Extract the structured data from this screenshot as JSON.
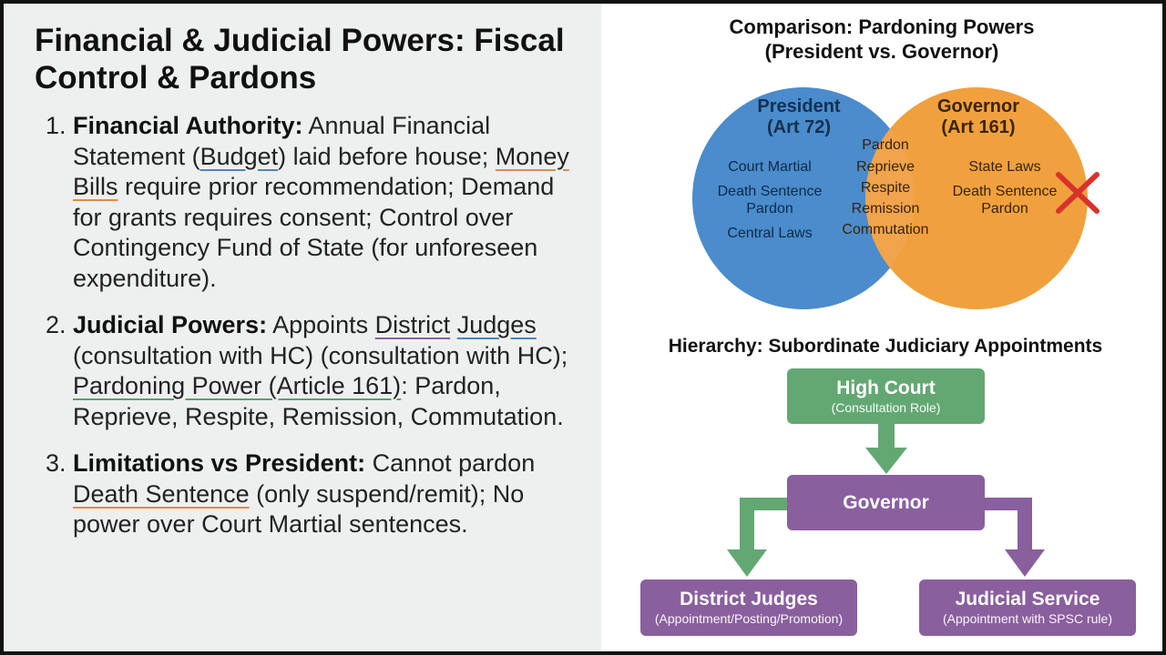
{
  "left": {
    "title": "Financial & Judicial Powers: Fiscal Control & Pardons",
    "points": [
      {
        "num": "1.",
        "head": "Financial Authority:",
        "t1": " Annual Financial Statement (",
        "u1": "Budget",
        "t2": ") laid before house; ",
        "u2": "Money Bills",
        "t3": " require prior recommendation; Demand for grants requires consent; Control over Contingency Fund of State (for unforeseen expenditure)."
      },
      {
        "num": "2.",
        "head": "Judicial Powers:",
        "t1": " Appoints ",
        "u1a": "District",
        "t2a": " ",
        "u1b": "Judges",
        "t2": " (consultation with HC) (consultation with HC); ",
        "u2": "Pardoning Power (Article 161)",
        "t3": ": Pardon, Reprieve, Respite, Remission, Commutation."
      },
      {
        "num": "3.",
        "head": "Limitations vs President:",
        "t1": " Cannot pardon ",
        "u1": "Death Sentence",
        "t2": " (only suspend/remit); No power over Court Martial sentences."
      }
    ]
  },
  "venn": {
    "title_line1": "Comparison: Pardoning Powers",
    "title_line2": "(President vs. Governor)",
    "left_title": "President",
    "left_sub": "(Art 72)",
    "left_items": [
      "Court Martial",
      "Death Sentence",
      "Pardon",
      "Central Laws"
    ],
    "right_title": "Governor",
    "right_sub": "(Art 161)",
    "right_items": [
      "State Laws",
      "Death Sentence",
      "Pardon"
    ],
    "middle_items": [
      "Pardon",
      "Reprieve",
      "Respite",
      "Remission",
      "Commutation"
    ],
    "colors": {
      "president": "#4a8ccc",
      "governor": "#f0a13e",
      "overlap": "#f1a44c",
      "cross": "#d9322d"
    }
  },
  "hierarchy": {
    "title": "Hierarchy: Subordinate Judiciary Appointments",
    "high_court": {
      "label": "High Court",
      "sub": "(Consultation Role)"
    },
    "governor": {
      "label": "Governor"
    },
    "district_judges": {
      "label": "District Judges",
      "sub": "(Appointment/Posting/Promotion)"
    },
    "judicial_service": {
      "label": "Judicial Service",
      "sub": "(Appointment with SPSC rule)"
    },
    "colors": {
      "green": "#63a873",
      "purple": "#8a5f9e"
    }
  }
}
